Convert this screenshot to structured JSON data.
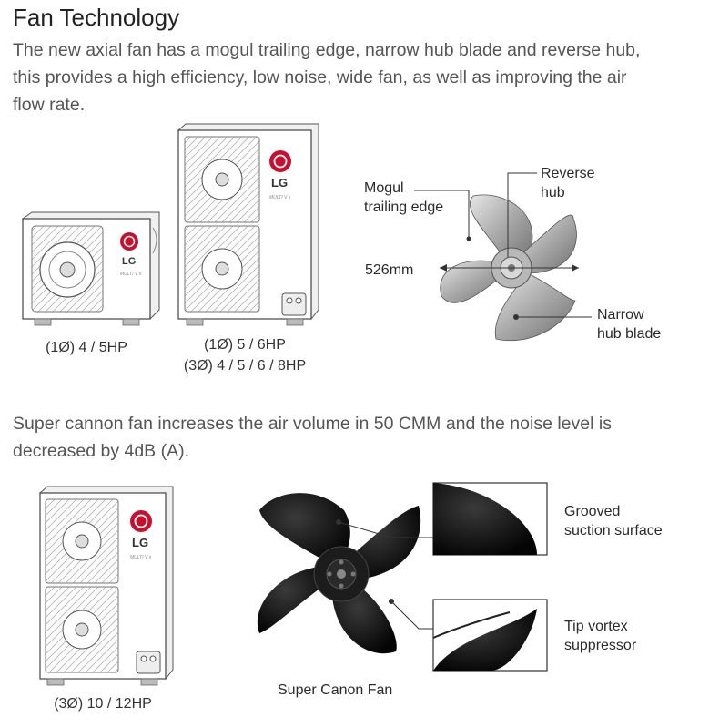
{
  "header": {
    "title": "Fan Technology",
    "intro_line1": "The new axial fan has a mogul trailing edge, narrow hub blade and reverse hub,",
    "intro_line2": "this provides a high efficiency, low noise, wide fan, as well as improving the air",
    "intro_line3": "flow rate."
  },
  "units": {
    "small_caption": "(1Ø) 4 / 5HP",
    "large_caption_line1": "(1Ø) 5 / 6HP",
    "large_caption_line2": "(3Ø) 4 / 5 / 6 / 8HP",
    "bottom_caption": "(3Ø) 10 / 12HP",
    "logo_text": "LG",
    "brand_text": "MULTI V s"
  },
  "axial_fan": {
    "mogul_label_1": "Mogul",
    "mogul_label_2": "trailing edge",
    "reverse_label_1": "Reverse",
    "reverse_label_2": "hub",
    "diameter_label": "526mm",
    "narrow_label_1": "Narrow",
    "narrow_label_2": "hub blade"
  },
  "section2": {
    "text_line1": "Super cannon fan increases the air volume in 50 CMM and the noise level is",
    "text_line2": "decreased by 4dB (A)."
  },
  "super_fan": {
    "caption": "Super Canon Fan",
    "grooved_label_1": "Grooved",
    "grooved_label_2": "suction surface",
    "tip_label_1": "Tip vortex",
    "tip_label_2": "suppressor"
  },
  "colors": {
    "logo_red": "#c8102e",
    "fan_grey": "#9a9a9a",
    "fan_black": "#121212"
  }
}
